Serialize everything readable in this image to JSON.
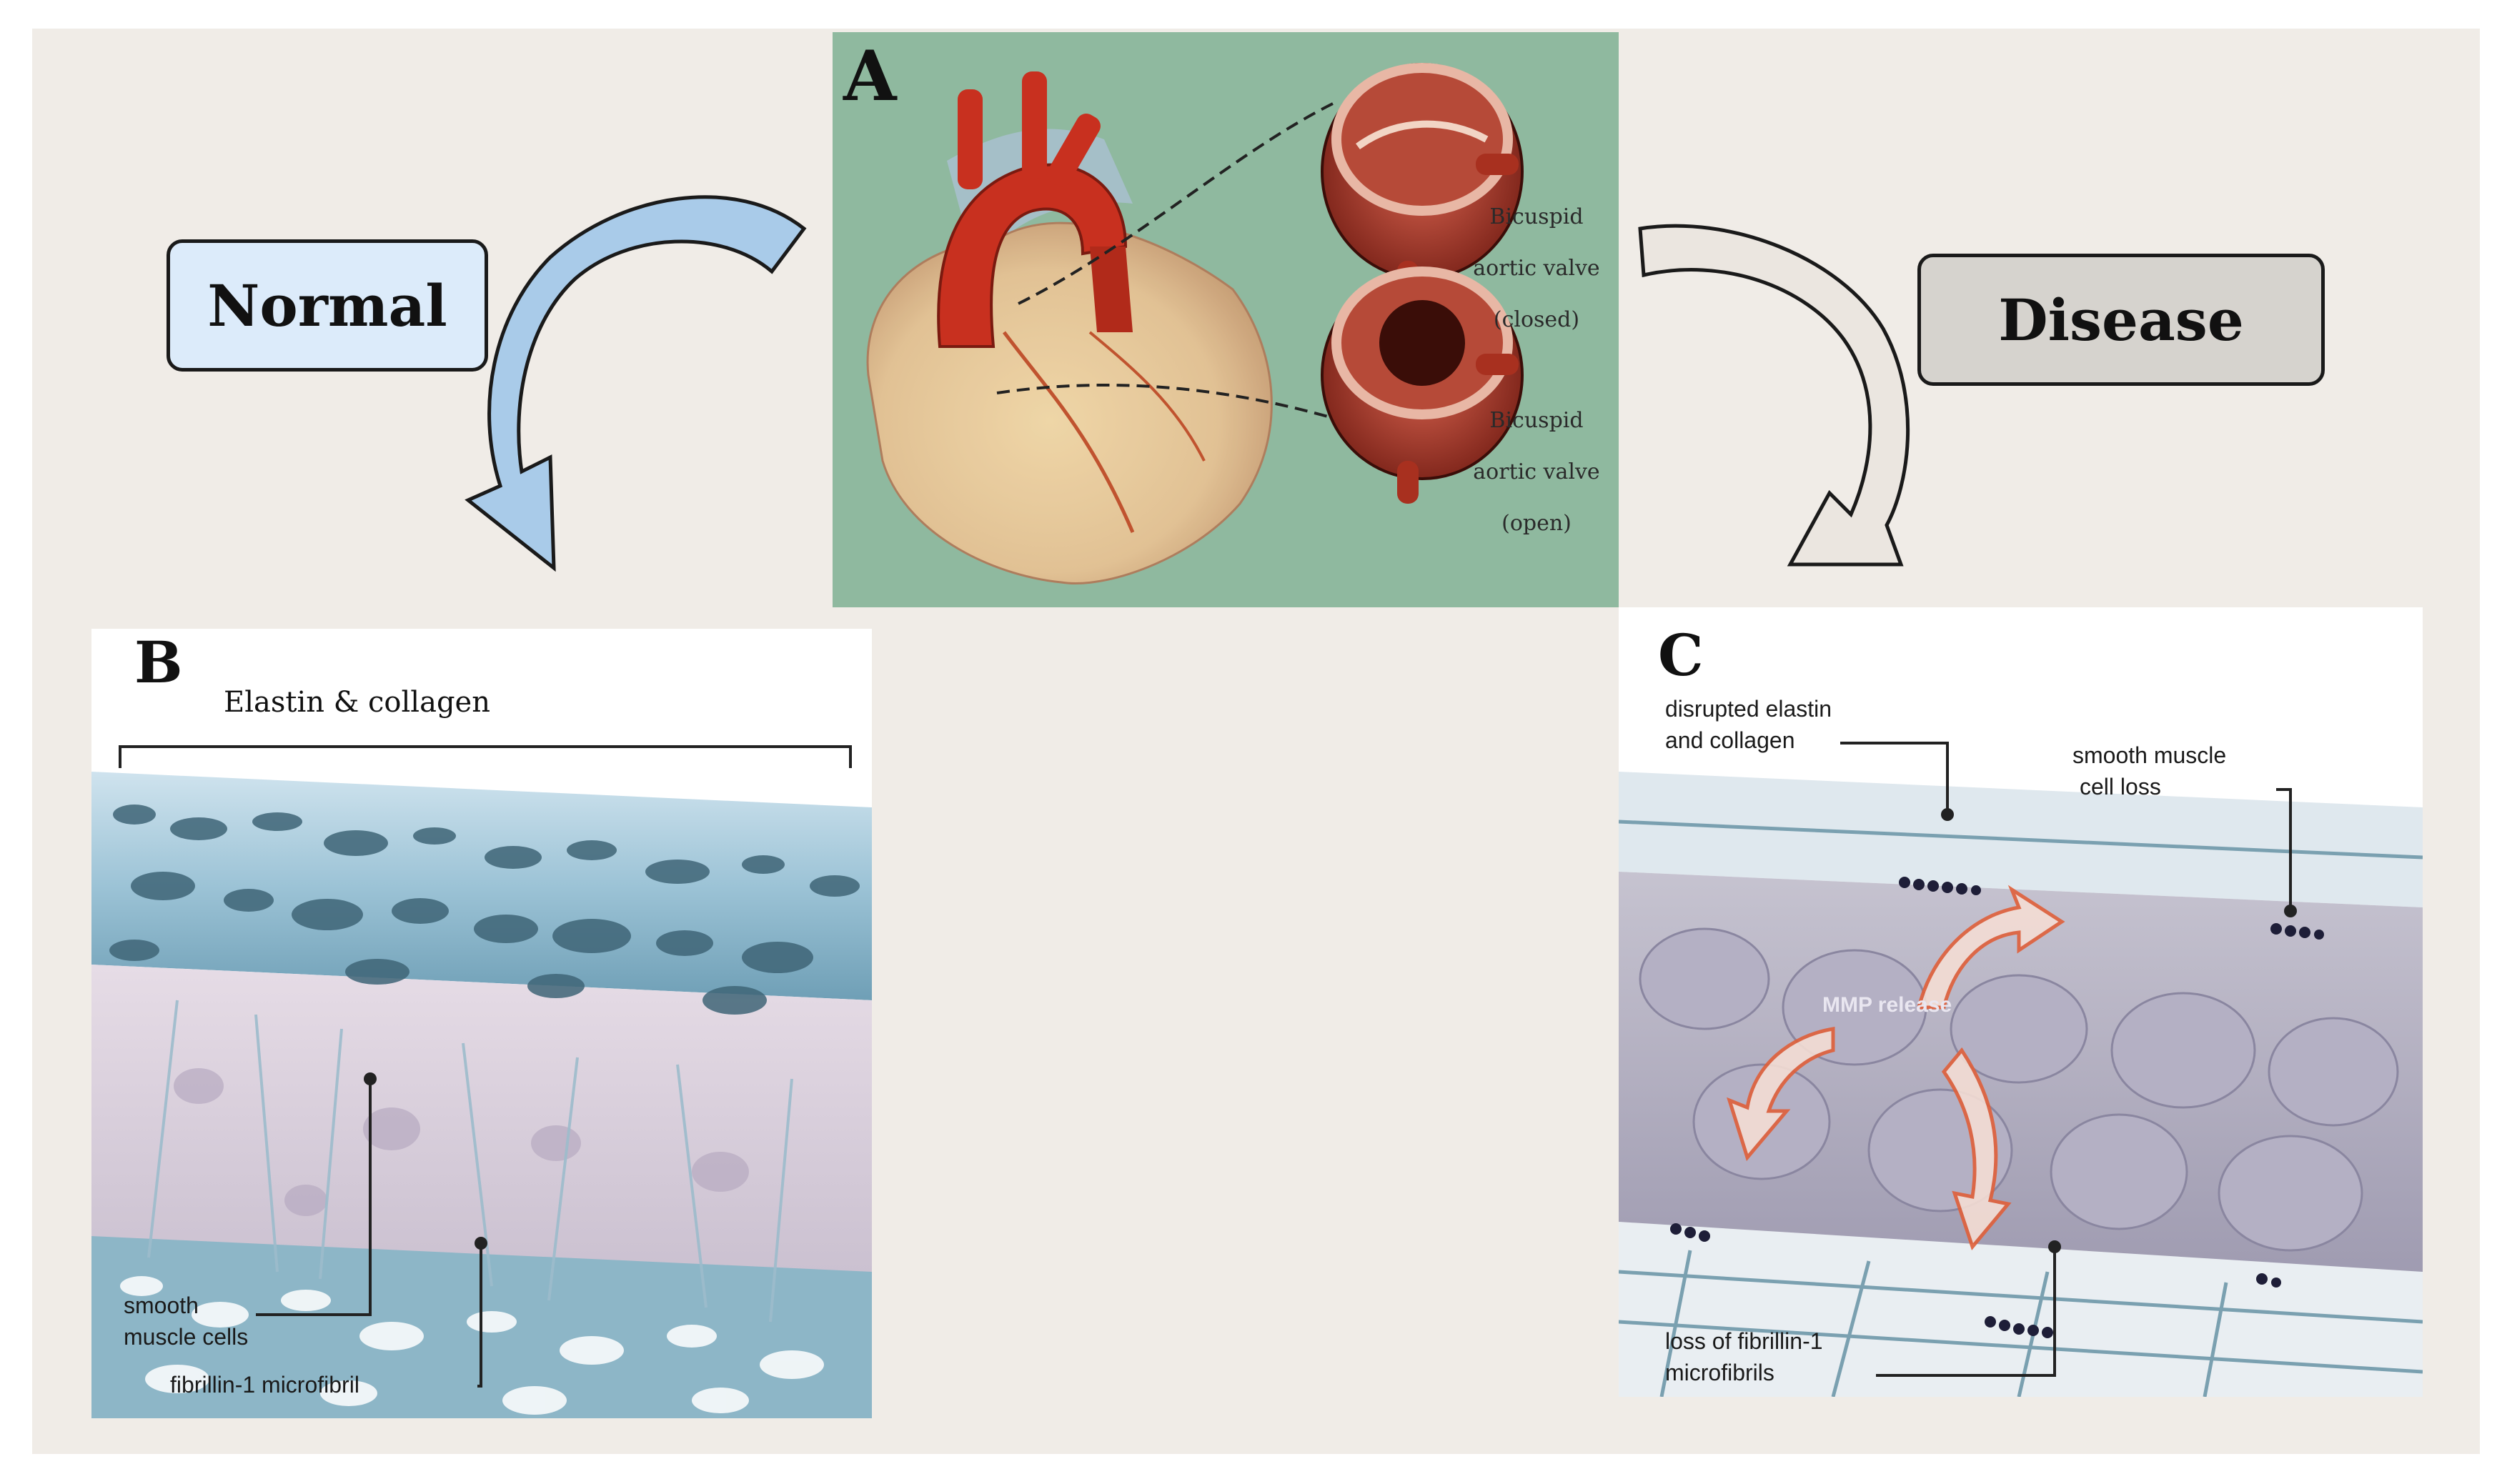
{
  "boxes": {
    "normal": {
      "label": "Normal",
      "color": "#dcebfa"
    },
    "disease": {
      "label": "Disease",
      "color": "#d6d3ce"
    }
  },
  "panel_a": {
    "letter": "A",
    "background": "#8fb99f",
    "valve_closed": {
      "line1": "Bicuspid",
      "line2": "aortic valve",
      "line3": "(closed)"
    },
    "valve_open": {
      "line1": "Bicuspid",
      "line2": "aortic valve",
      "line3": "(open)"
    }
  },
  "panel_b": {
    "letter": "B",
    "title": "Elastin & collagen",
    "smooth_muscle_line1": "smooth",
    "smooth_muscle_line2": "muscle cells",
    "fibrillin": "fibrillin-1 microfibril"
  },
  "panel_c": {
    "letter": "C",
    "disrupted_line1": "disrupted elastin",
    "disrupted_line2": "and collagen",
    "sm_loss_line1": "smooth muscle",
    "sm_loss_line2": "cell loss",
    "mmp": "MMP release",
    "fibrillin_loss_line1": "loss of fibrillin-1",
    "fibrillin_loss_line2": "microfibrils"
  },
  "colors": {
    "normal_arrow": "#a9cbe9",
    "disease_arrow": "#cfcac3",
    "aorta": "#c8301f",
    "mmp_arrow": "#e0603a"
  }
}
